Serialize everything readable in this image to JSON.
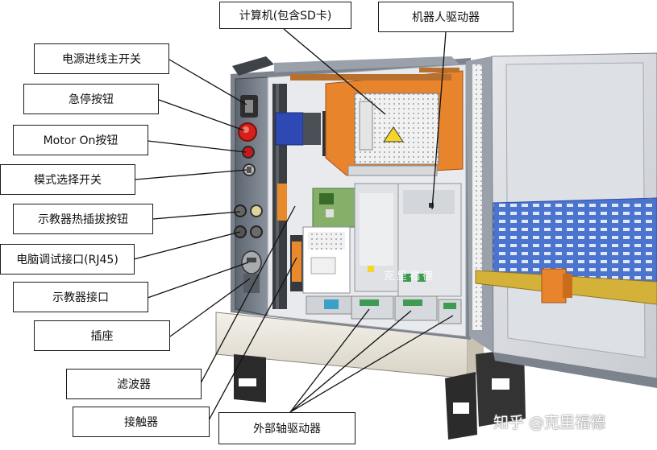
{
  "labels": {
    "computer": "计算机(包含SD卡)",
    "robot_driver": "机器人驱动器",
    "main_switch": "电源进线主开关",
    "estop": "急停按钮",
    "motor_on": "Motor On按钮",
    "mode_switch": "模式选择开关",
    "pendant_hotplug": "示教器热插拔按钮",
    "rj45": "电脑调试接口(RJ45)",
    "pendant_port": "示教器接口",
    "socket": "插座",
    "filter": "滤波器",
    "contactor": "接触器",
    "ext_axis_driver": "外部轴驱动器"
  },
  "watermark": "知乎 @克里福德",
  "center_watermark": "克里福德",
  "colors": {
    "cabinet_frame": "#6f7885",
    "cabinet_inner": "#e8e9ec",
    "orange": "#e8842c",
    "green_pcb": "#86b06a",
    "blue_plate": "#3f66c4",
    "yellow_rail": "#d4b23a",
    "estop_red": "#d8201a",
    "base": "#ece8de"
  }
}
